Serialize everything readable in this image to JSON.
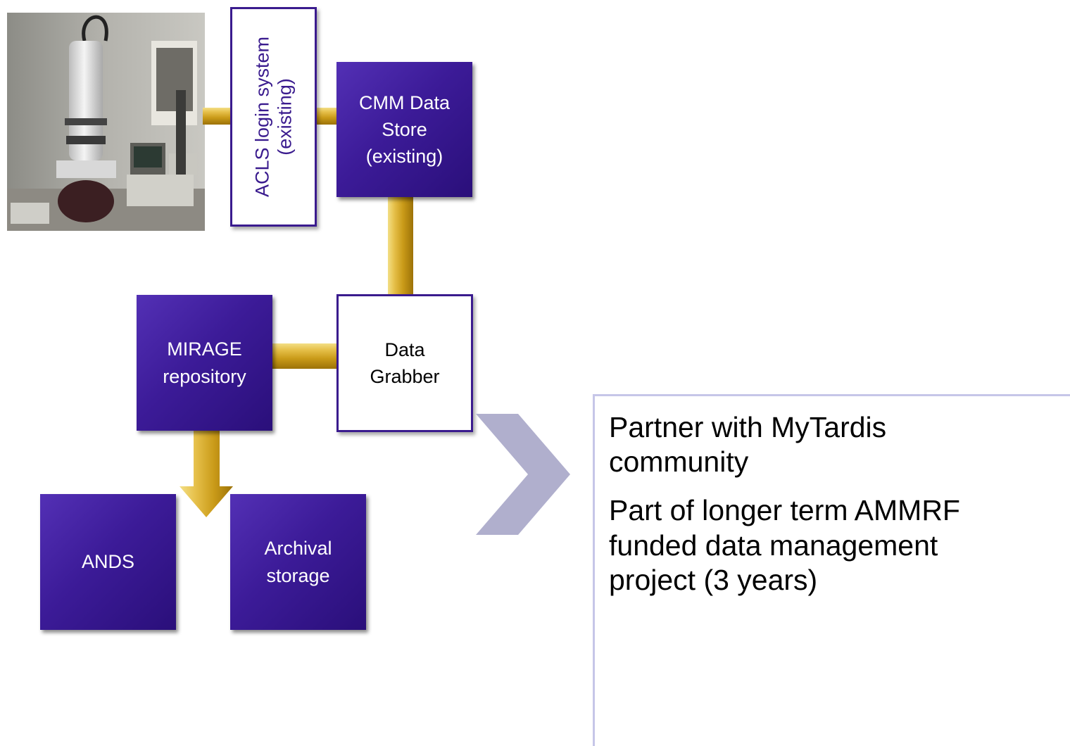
{
  "diagram": {
    "acls_box": {
      "label": "ACLS login system\n(existing)"
    },
    "cmm_box": {
      "label": "CMM Data\nStore\n(existing)"
    },
    "grabber_box": {
      "label": "Data\nGrabber"
    },
    "mirage_box": {
      "label": "MIRAGE\nrepository"
    },
    "ands_box": {
      "label": "ANDS"
    },
    "archival_box": {
      "label": "Archival\nstorage"
    }
  },
  "panel": {
    "bullets": [
      "Partner with MyTardis community",
      "Part of longer term AMMRF funded data management project (3 years)"
    ]
  },
  "colors": {
    "purple": "#3c1b98",
    "gold": "#d4a72c",
    "chevron": "#b0afcd",
    "panel_border": "#c6c6e8"
  },
  "icons": {
    "photo": "electron-microscope-photo",
    "chevron": "chevron-right-icon",
    "arrow": "gold-arrow-down-icon"
  }
}
